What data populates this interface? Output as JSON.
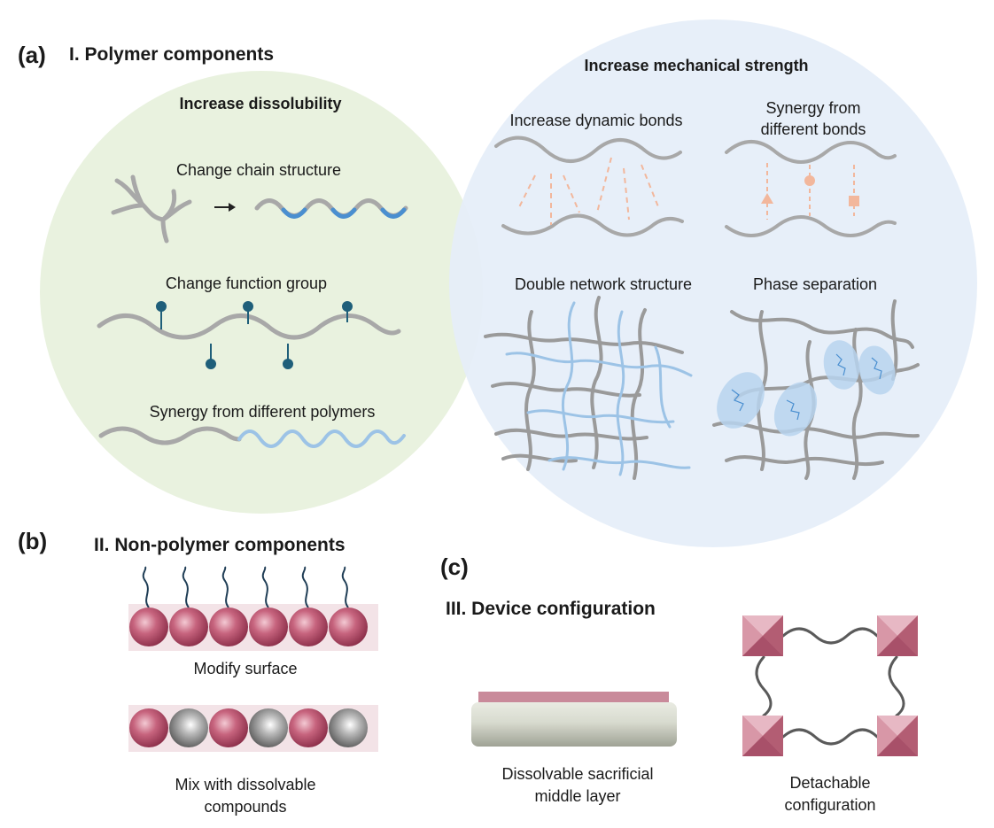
{
  "panel_a": {
    "tag": "(a)",
    "title": "I. Polymer components",
    "dissolubility": {
      "heading": "Increase dissolubility",
      "items": [
        "Change chain structure",
        "Change function group",
        "Synergy from different polymers"
      ]
    },
    "strength": {
      "heading": "Increase mechanical strength",
      "items": [
        "Increase dynamic bonds",
        "Synergy from",
        "different bonds",
        "Double network structure",
        "Phase separation"
      ]
    }
  },
  "panel_b": {
    "tag": "(b)",
    "title": "II. Non-polymer components",
    "items": [
      "Modify surface",
      "Mix with dissolvable",
      "compounds"
    ]
  },
  "panel_c": {
    "tag": "(c)",
    "title": "III. Device configuration",
    "items": [
      "Dissolvable sacrificial",
      "middle layer",
      "Detachable",
      "configuration"
    ]
  },
  "colors": {
    "green_circle": "#e9f2df",
    "blue_circle": "#e7eff8",
    "chain_gray": "#a9a9a9",
    "chain_blue": "#4a90d0",
    "light_blue": "#9cc3e6",
    "peach": "#f2b79c",
    "teal": "#1f5f7a",
    "pink": "#b34f6b",
    "gray_sphere": "#7a7a7a"
  }
}
